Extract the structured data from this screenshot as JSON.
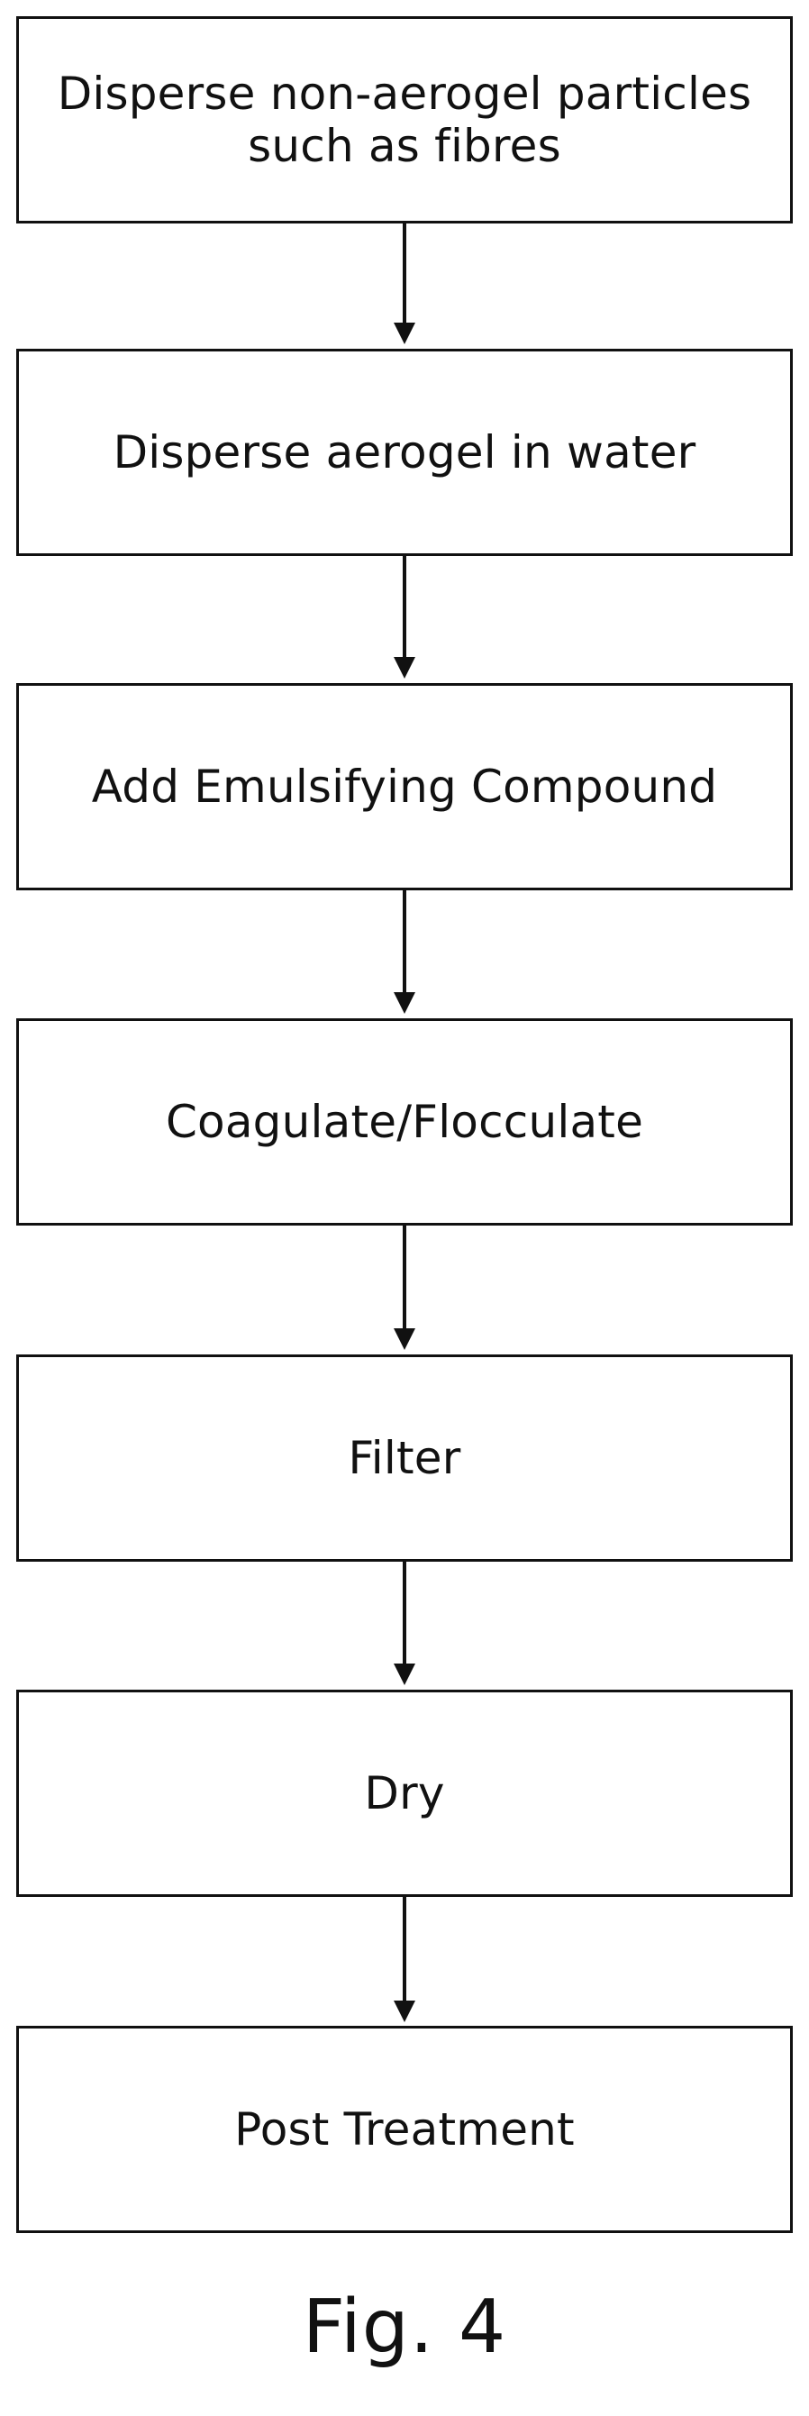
{
  "diagram": {
    "steps": [
      {
        "label_line1": "Disperse non-aerogel particles",
        "label_line2": "such as fibres"
      },
      {
        "label": "Disperse aerogel in water"
      },
      {
        "label": "Add Emulsifying Compound"
      },
      {
        "label": "Coagulate/Flocculate"
      },
      {
        "label": "Filter"
      },
      {
        "label": "Dry"
      },
      {
        "label": "Post Treatment"
      }
    ],
    "caption": "Fig. 4"
  }
}
